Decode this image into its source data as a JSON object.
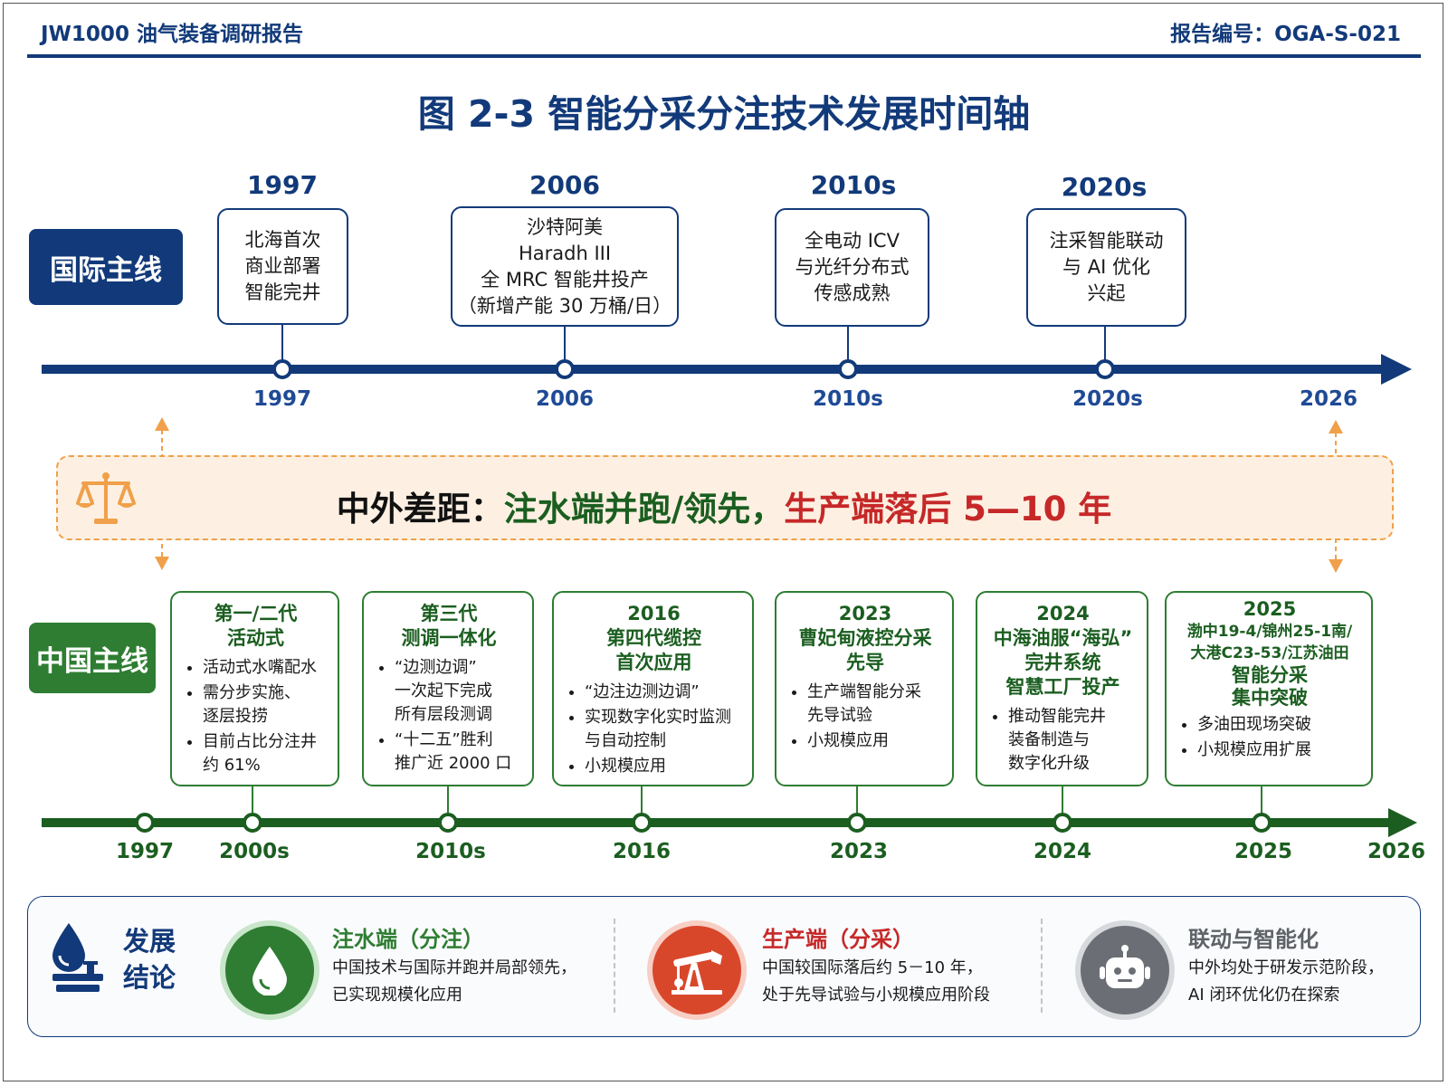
{
  "header": {
    "left": "JW1000 油气装备调研报告",
    "right": "报告编号：OGA-S-021"
  },
  "title": "图 2-3   智能分采分注技术发展时间轴",
  "intl": {
    "label": "国际主线",
    "events": [
      {
        "year": "1997",
        "lines": [
          "北海首次",
          "商业部署",
          "智能完井"
        ]
      },
      {
        "year": "2006",
        "lines": [
          "沙特阿美",
          "Haradh III",
          "全 MRC 智能井投产",
          "（新增产能 30 万桶/日）"
        ]
      },
      {
        "year": "2010s",
        "lines": [
          "全电动 ICV",
          "与光纤分布式",
          "传感成熟"
        ]
      },
      {
        "year": "2020s",
        "lines": [
          "注采智能联动",
          "与 AI 优化",
          "兴起"
        ]
      }
    ],
    "axis_labels": [
      "1997",
      "2006",
      "2010s",
      "2020s",
      "2026"
    ]
  },
  "gap": {
    "prefix": "中外差距：",
    "green": "注水端并跑/领先，",
    "red": "生产端落后 5—10 年"
  },
  "cn": {
    "label": "中国主线",
    "events": [
      {
        "title": [
          "第一/二代",
          "活动式"
        ],
        "bullets": [
          [
            "活动式水嘴配水"
          ],
          [
            "需分步实施、",
            "逐层投捞"
          ],
          [
            "目前占比分注井",
            "约 61%"
          ]
        ]
      },
      {
        "title": [
          "第三代",
          "测调一体化"
        ],
        "bullets": [
          [
            "“边测边调”",
            "一次起下完成",
            "所有层段测调"
          ],
          [
            "“十二五”胜利",
            "推广近 2000 口"
          ]
        ]
      },
      {
        "title": [
          "2016",
          "第四代缆控",
          "首次应用"
        ],
        "bullets": [
          [
            "“边注边测边调”"
          ],
          [
            "实现数字化实时监测",
            "与自动控制"
          ],
          [
            "小规模应用"
          ]
        ]
      },
      {
        "title": [
          "2023",
          "曹妃甸液控分采",
          "先导"
        ],
        "bullets": [
          [
            "生产端智能分采",
            "先导试验"
          ],
          [
            "小规模应用"
          ]
        ]
      },
      {
        "title": [
          "2024",
          "中海油服“海弘”",
          "完井系统",
          "智慧工厂投产"
        ],
        "bullets": [
          [
            "推动智能完井",
            "装备制造与",
            "数字化升级"
          ]
        ]
      },
      {
        "title": [
          "2025",
          "渤中19-4/锦州25-1南/",
          "大港C23-53/江苏油田",
          "智能分采",
          "集中突破"
        ],
        "bullets": [
          [
            "多油田现场突破"
          ],
          [
            "小规模应用扩展"
          ]
        ]
      }
    ],
    "axis_labels": [
      "1997",
      "2000s",
      "2010s",
      "2016",
      "2023",
      "2024",
      "2025",
      "2026"
    ]
  },
  "conclusion": {
    "label": [
      "发展",
      "结论"
    ],
    "items": [
      {
        "title": "注水端（分注）",
        "lines": [
          "中国技术与国际并跑并局部领先，",
          "已实现规模化应用"
        ],
        "color": "#2e7d32",
        "icon": "water-drop-icon"
      },
      {
        "title": "生产端（分采）",
        "lines": [
          "中国较国际落后约 5－10 年，",
          "处于先导试验与小规模应用阶段"
        ],
        "color": "#c62828",
        "icon": "pumpjack-icon"
      },
      {
        "title": "联动与智能化",
        "lines": [
          "中外均处于研发示范阶段，",
          "AI 闭环优化仍在探索"
        ],
        "color": "#5f6368",
        "icon": "robot-icon"
      }
    ]
  },
  "colors": {
    "navy": "#123a7a",
    "green": "#2e7d32",
    "red": "#c62828",
    "orange": "#f0a04a"
  }
}
